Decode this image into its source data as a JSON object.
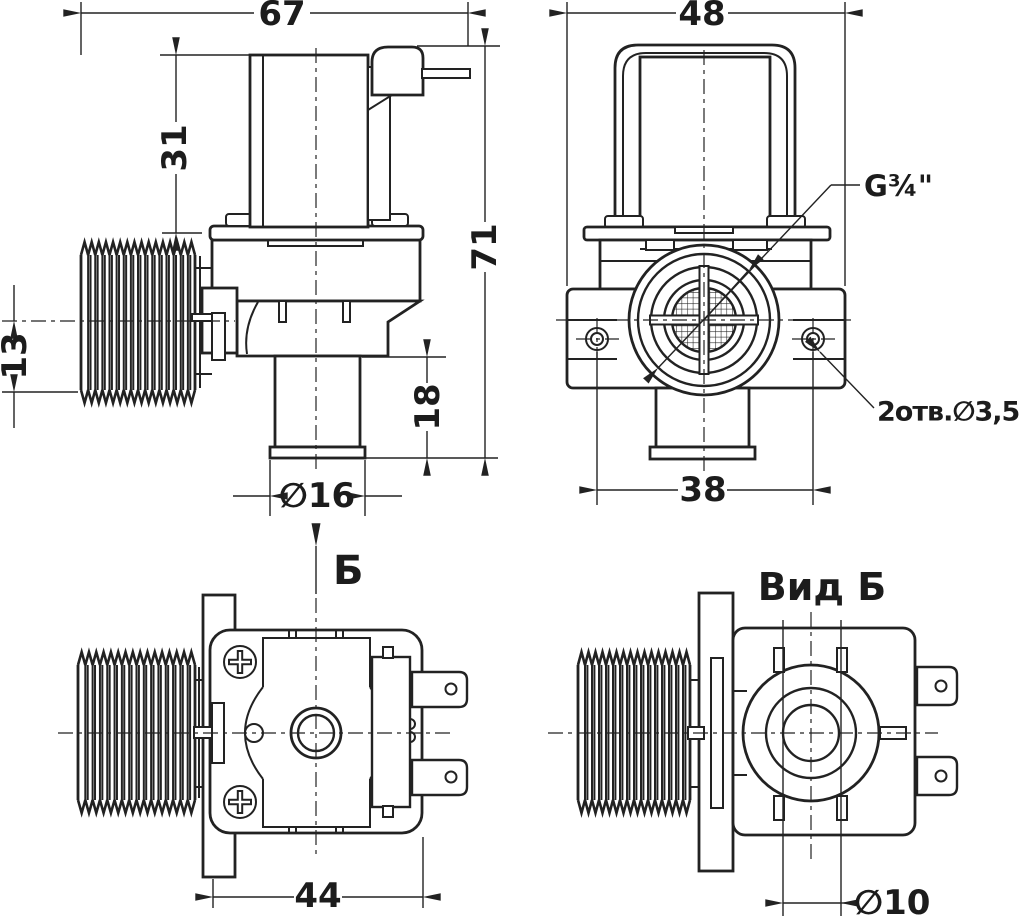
{
  "style": {
    "ink": "#222222",
    "background": "#ffffff"
  },
  "views": {
    "side": {
      "dims": {
        "length": "67",
        "coil_height": "31",
        "total_height": "71",
        "inlet_offset": "13",
        "outlet_length": "18",
        "outlet_diameter": "∅16"
      }
    },
    "front": {
      "dims": {
        "width": "48",
        "mount_hole_spacing": "38"
      },
      "labels": {
        "thread": "G¾\"",
        "mount_holes": "2отв.∅3,5"
      }
    },
    "top": {
      "dims": {
        "body_width": "44"
      },
      "labels": {
        "view_arrow": "Б"
      }
    },
    "view_b": {
      "title": "Вид Б",
      "dims": {
        "outlet_bore_diameter": "∅10"
      }
    }
  }
}
